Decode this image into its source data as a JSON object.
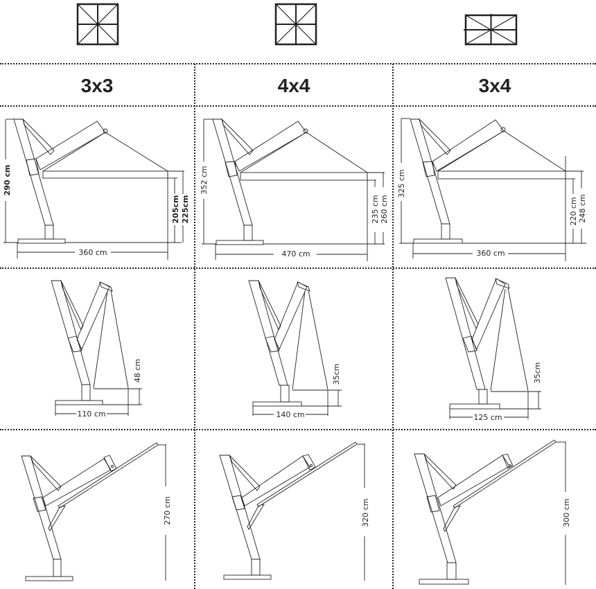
{
  "canopy_icons": [
    {
      "shape": "square",
      "name": "canopy-square-3x3-icon"
    },
    {
      "shape": "square",
      "name": "canopy-square-4x4-icon"
    },
    {
      "shape": "rectangle",
      "name": "canopy-rectangle-3x4-icon"
    }
  ],
  "sizes": [
    {
      "label": "3x3"
    },
    {
      "label": "4x4"
    },
    {
      "label": "3x4"
    }
  ],
  "open_view": [
    {
      "total_height": "290 cm",
      "width": "360 cm",
      "clearance_low": "205cm",
      "clearance_high": "225cm",
      "bold": true
    },
    {
      "total_height": "352 cm",
      "width": "470 cm",
      "clearance_low": "235 cm",
      "clearance_high": "260 cm",
      "bold": false
    },
    {
      "total_height": "325 cm",
      "width": "360 cm",
      "clearance_low": "220 cm",
      "clearance_high": "248 cm",
      "bold": false
    }
  ],
  "closed_view": [
    {
      "base_width": "110 cm",
      "drop": "48 cm"
    },
    {
      "base_width": "140 cm",
      "drop": "35cm"
    },
    {
      "base_width": "125 cm",
      "drop": "35cm"
    }
  ],
  "tilted_view": [
    {
      "height": "270 cm"
    },
    {
      "height": "320 cm"
    },
    {
      "height": "300 cm"
    }
  ],
  "colors": {
    "line": "#231f20",
    "light_line": "#8a8a8a",
    "background": "#ffffff"
  }
}
